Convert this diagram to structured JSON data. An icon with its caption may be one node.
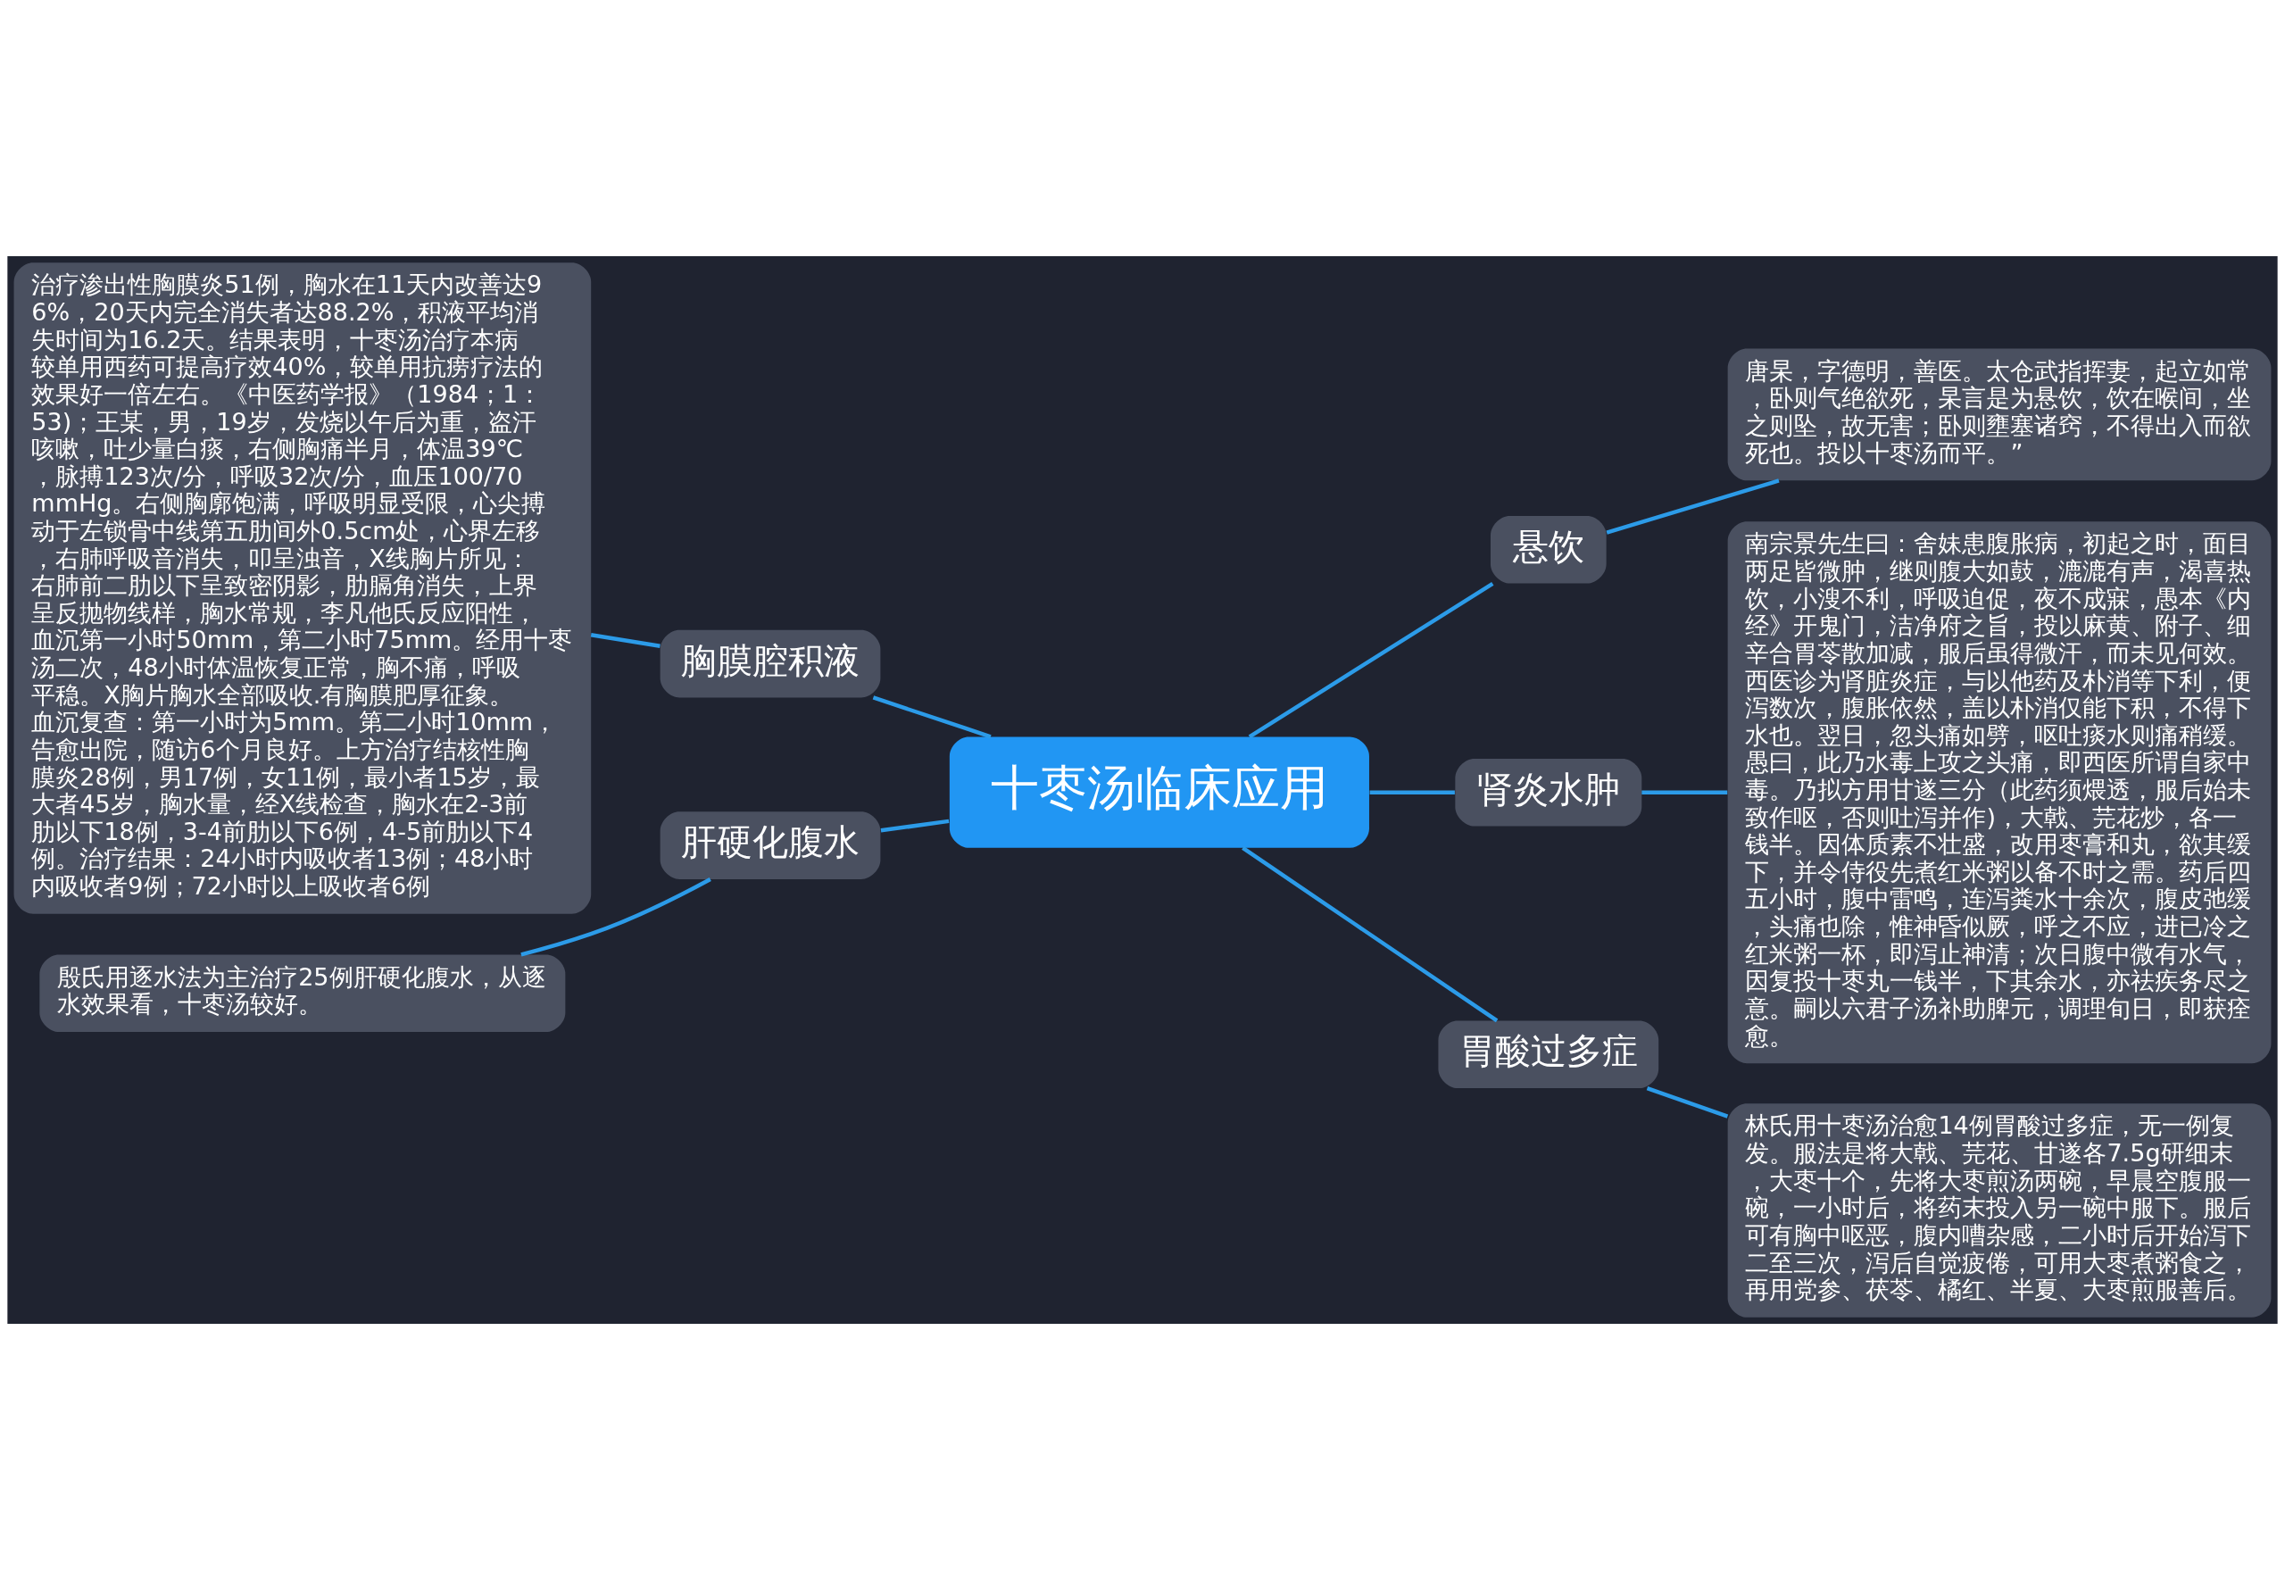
{
  "diagram": {
    "nodes": [
      {
        "text": [
          "十枣汤临床应用"
        ]
      },
      {
        "text": [
          "胸膜腔积液"
        ]
      },
      {
        "text": [
          "治疗渗出性胸膜炎51例，胸水在11天内改善达96%，20天内完全消失者达88.2%，积液平均消失时间为16.2天。结果表明，十枣汤治疗本病较单用西药可提高疗效40%，较单用抗痨疗法的效果好一倍左右。《中医药学报》（1984；1：53)；王某，男，19岁，发烧以午后为重，盗汗咳嗽，吐少量白痰，右侧胸痛半月，体温39℃，脉搏123次/分，呼吸32次/分，血压100/70mmHg。右侧胸廓饱满，呼吸明显受限，心尖搏动于左锁骨中线第五肋间外0.5cm处，心界左移，右肺呼吸音消失，叩呈浊音，X线胸片所见：右肺前二肋以下呈致密阴影，肋膈角消失，上界呈反抛物线样，胸水常规，李凡他氏反应阳性，血沉第一小时50mm，第二小时75mm。经用十枣汤二次，48小时体温恢复正常，胸不痛，呼吸平稳。X胸片胸水全部吸收.有胸膜肥厚征象。血沉复查：第一小时为5mm。第二小时10mm，告愈出院，随访6个月良好。上方治疗结核性胸膜炎28例，男17例，女11例，最小者15岁，最大者45岁，胸水量，经X线检查，胸水在2-3前肋以下18例，3-4前肋以下6例，4-5前肋以下4例。治疗结果：24小时内吸收者13例；48小时内吸收者9例；72小时以上吸收者6例"
        ]
      },
      {
        "text": [
          "肝硬化腹水"
        ]
      },
      {
        "text": [
          "殷氏用逐水法为主治疗25例肝硬化腹水，从逐水效果看，十枣汤较好。"
        ]
      },
      {
        "text": [
          "悬饮"
        ]
      },
      {
        "text": [
          "唐杲，字德明，善医。太仓武指挥妻，起立如常，卧则气绝欲死，杲言是为悬饮，饮在喉间，坐之则坠，故无害；卧则壅塞诸窍，不得出入而欲死也。投以十枣汤而平。”"
        ]
      },
      {
        "text": [
          "肾炎水肿"
        ]
      },
      {
        "text": [
          "南宗景先生曰：舍妹患腹胀病，初起之时，面目两足皆微肿，继则腹大如鼓，漉漉有声，渴喜热饮，小溲不利，呼吸迫促，夜不成寐，愚本《内经》开鬼门，洁净府之旨，投以麻黄、附子、细辛合胃苓散加减，服后虽得微汗，而未见何效。西医诊为肾脏炎症，与以他药及朴消等下利，便泻数次，腹胀依然，盖以朴消仅能下积，不得下水也。翌日，忽头痛如劈，呕吐痰水则痛稍缓。愚曰，此乃水毒上攻之头痛，即西医所谓自家中毒。乃拟方用甘遂三分（此药须煨透，服后始未致作呕，否则吐泻并作)，大戟、芫花炒，各一钱半。因体质素不壮盛，改用枣膏和丸，欲其缓下，并令侍役先煮红米粥以备不时之需。药后四五小时，腹中雷鸣，连泻粪水十余次，腹皮弛缓，头痛也除，惟神昏似厥，呼之不应，进已冷之红米粥一杯，即泻止神清；次日腹中微有水气，因复投十枣丸一钱半，下其余水，亦祛疾务尽之意。嗣以六君子汤补助脾元，调理旬日，即获痊愈。"
        ]
      },
      {
        "text": [
          "胃酸过多症"
        ]
      },
      {
        "text": [
          "林氏用十枣汤治愈14例胃酸过多症，无一例复发。服法是将大戟、芫花、甘遂各7.5g研细末，大枣十个，先将大枣煎汤两碗，早晨空腹服一碗，一小时后，将药末投入另一碗中服下。服后可有胸中呕恶，腹内嘈杂感，二小时后开始泻下二至三次，泻后自觉疲倦，可用大枣煮粥食之，再用党参、茯苓、橘红、半夏、大枣煎服善后。"
        ]
      }
    ],
    "edges": [
      {
        "from": 2,
        "to": 1,
        "arrow": "none"
      },
      {
        "from": 1,
        "to": 0,
        "arrow": "none"
      },
      {
        "from": 4,
        "to": 3,
        "arrow": "none"
      },
      {
        "from": 3,
        "to": 0,
        "arrow": "none"
      },
      {
        "from": 0,
        "to": 5,
        "arrow": "none"
      },
      {
        "from": 5,
        "to": 6,
        "arrow": "none"
      },
      {
        "from": 0,
        "to": 7,
        "arrow": "none"
      },
      {
        "from": 7,
        "to": 8,
        "arrow": "none"
      },
      {
        "from": 0,
        "to": 9,
        "arrow": "none"
      },
      {
        "from": 9,
        "to": 10,
        "arrow": "none"
      }
    ]
  }
}
